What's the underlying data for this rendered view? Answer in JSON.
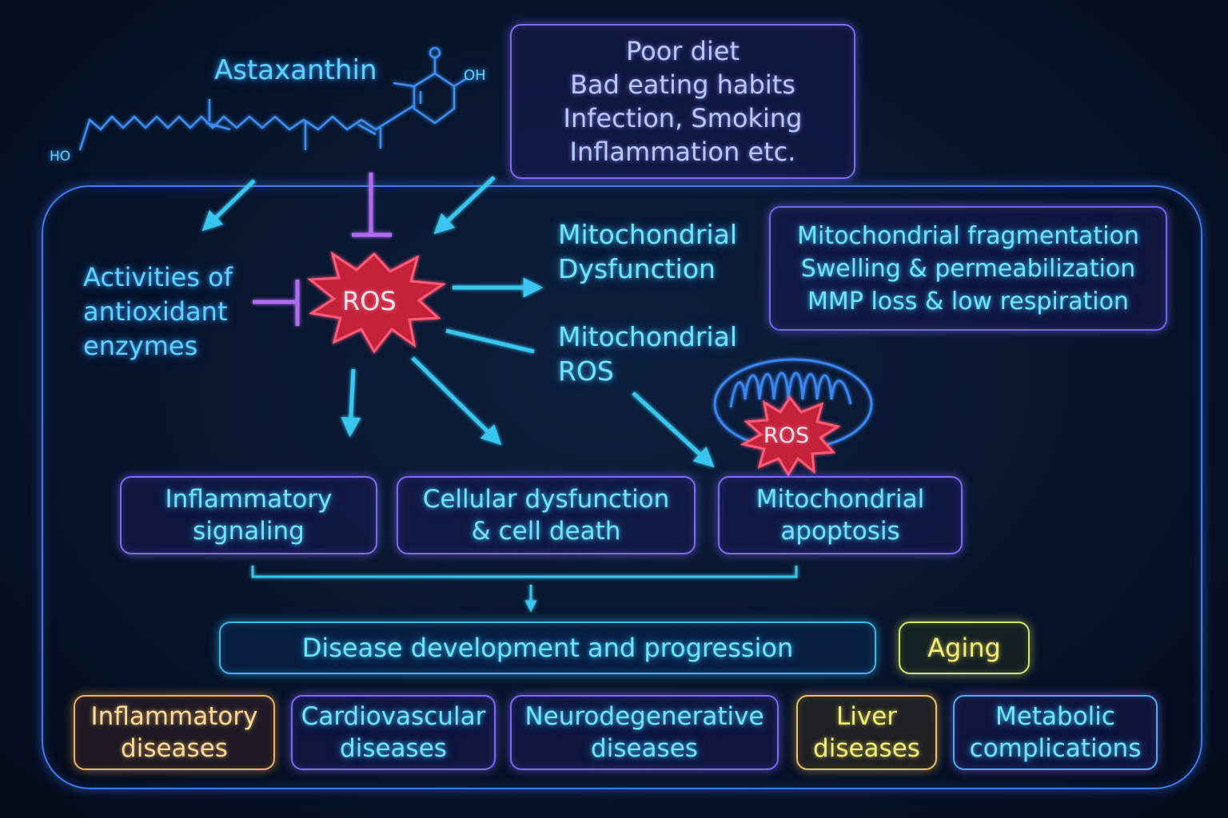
{
  "molecule": {
    "name": "Astaxanthin",
    "oh_label": "OH",
    "ho_label": "HO",
    "o_label": "O"
  },
  "triggers": {
    "lines": [
      "Poor diet",
      "Bad eating habits",
      "Infection, Smoking",
      "Inflammation etc."
    ]
  },
  "antioxidant": {
    "lines": [
      "Activities of",
      "antioxidant",
      "enzymes"
    ]
  },
  "ros_center": {
    "label": "ROS"
  },
  "mito_dysfunction": {
    "lines": [
      "Mitochondrial",
      "Dysfunction"
    ]
  },
  "mito_ros": {
    "lines": [
      "Mitochondrial",
      "ROS"
    ]
  },
  "mito_effects": {
    "lines": [
      "Mitochondrial fragmentation",
      "Swelling & permeabilization",
      "MMP loss & low respiration"
    ]
  },
  "mito_icon_ros": {
    "label": "ROS"
  },
  "outcomes": [
    {
      "lines": [
        "Inflammatory",
        "signaling"
      ]
    },
    {
      "lines": [
        "Cellular dysfunction",
        "& cell death"
      ]
    },
    {
      "lines": [
        "Mitochondrial",
        "apoptosis"
      ]
    }
  ],
  "disease_dev": {
    "label": "Disease development and progression"
  },
  "aging": {
    "label": "Aging"
  },
  "diseases": [
    {
      "lines": [
        "Inflammatory",
        "diseases"
      ]
    },
    {
      "lines": [
        "Cardiovascular",
        "diseases"
      ]
    },
    {
      "lines": [
        "Neurodegenerative",
        "diseases"
      ]
    },
    {
      "lines": [
        "Liver",
        "diseases"
      ]
    },
    {
      "lines": [
        "Metabolic",
        "complications"
      ]
    }
  ],
  "colors": {
    "background": "#07142b",
    "frame": "#3f7cf0",
    "box_border": "#7b6cf2",
    "arrow": "#39c6ee",
    "inhibit": "#b06cf0",
    "ros_red": "#d92b45",
    "aging_border": "#cfe86a",
    "inflammatory_border": "#f0b060",
    "liver_border": "#f0c060"
  },
  "icons": {
    "ros_burst": "red-starburst",
    "mitochondrion": "mitochondrion-outline"
  }
}
